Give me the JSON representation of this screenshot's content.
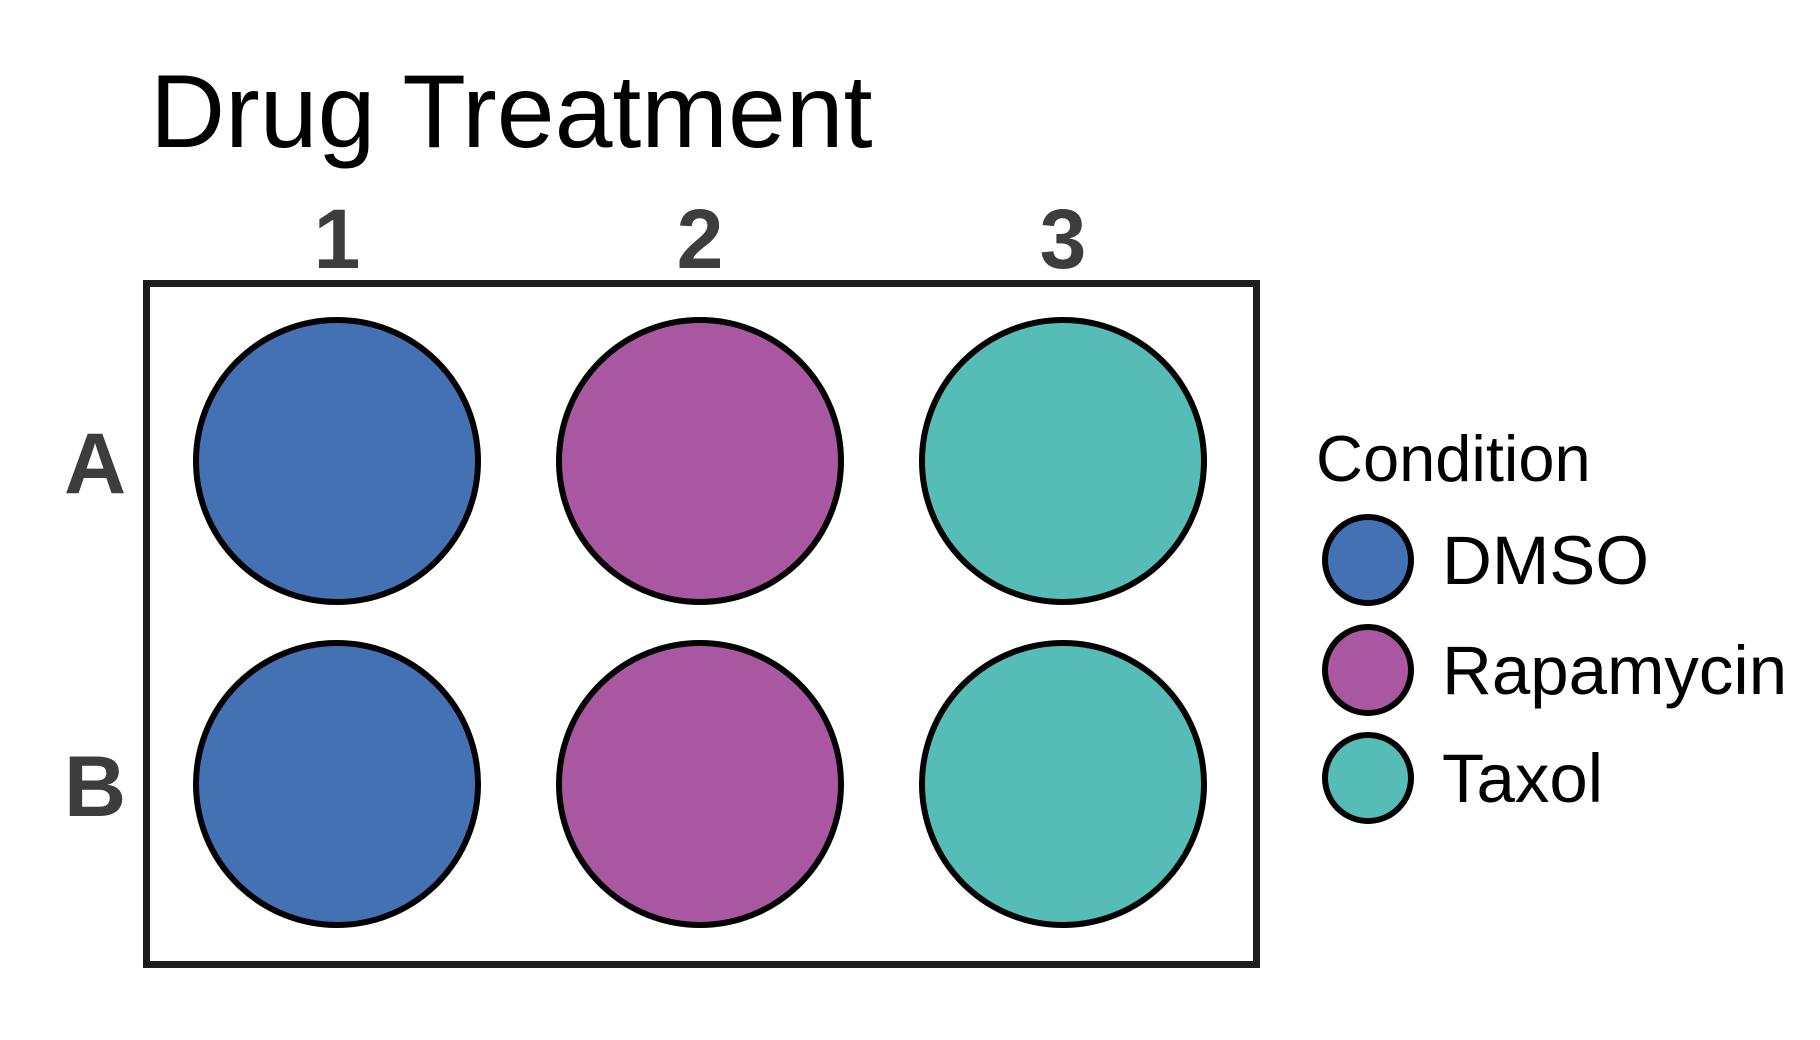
{
  "title": "Drug Treatment",
  "plate": {
    "column_labels": [
      "1",
      "2",
      "3"
    ],
    "row_labels": [
      "A",
      "B"
    ],
    "wells": [
      {
        "id": "A1",
        "row": "A",
        "column": "1",
        "condition": "DMSO",
        "color": "#4470B4"
      },
      {
        "id": "A2",
        "row": "A",
        "column": "2",
        "condition": "Rapamycin",
        "color": "#AA57A1"
      },
      {
        "id": "A3",
        "row": "A",
        "column": "3",
        "condition": "Taxol",
        "color": "#55BDB5"
      },
      {
        "id": "B1",
        "row": "B",
        "column": "1",
        "condition": "DMSO",
        "color": "#4470B4"
      },
      {
        "id": "B2",
        "row": "B",
        "column": "2",
        "condition": "Rapamycin",
        "color": "#AA57A1"
      },
      {
        "id": "B3",
        "row": "B",
        "column": "3",
        "condition": "Taxol",
        "color": "#55BDB5"
      }
    ]
  },
  "legend": {
    "title": "Condition",
    "items": [
      {
        "label": "DMSO",
        "color": "#4470B4"
      },
      {
        "label": "Rapamycin",
        "color": "#AA57A1"
      },
      {
        "label": "Taxol",
        "color": "#55BDB5"
      }
    ]
  },
  "colors": {
    "background": "#ffffff",
    "title_text": "#000000",
    "axis_label_text": "#3d3d3d",
    "plate_border": "#1e1e1e",
    "well_stroke": "#000000",
    "dmso": "#4470B4",
    "rapamycin": "#AA57A1",
    "taxol": "#55BDB5"
  },
  "chart_data": {
    "type": "heatmap",
    "title": "Drug Treatment",
    "rows": [
      "A",
      "B"
    ],
    "columns": [
      "1",
      "2",
      "3"
    ],
    "cell_values": [
      [
        "DMSO",
        "Rapamycin",
        "Taxol"
      ],
      [
        "DMSO",
        "Rapamycin",
        "Taxol"
      ]
    ],
    "legend_title": "Condition",
    "legend_entries": [
      "DMSO",
      "Rapamycin",
      "Taxol"
    ],
    "legend_position": "right",
    "colors": {
      "DMSO": "#4470B4",
      "Rapamycin": "#AA57A1",
      "Taxol": "#55BDB5"
    },
    "grid": false,
    "notes": "2x3 multiwell plate map; each column is one drug condition applied to both rows"
  }
}
